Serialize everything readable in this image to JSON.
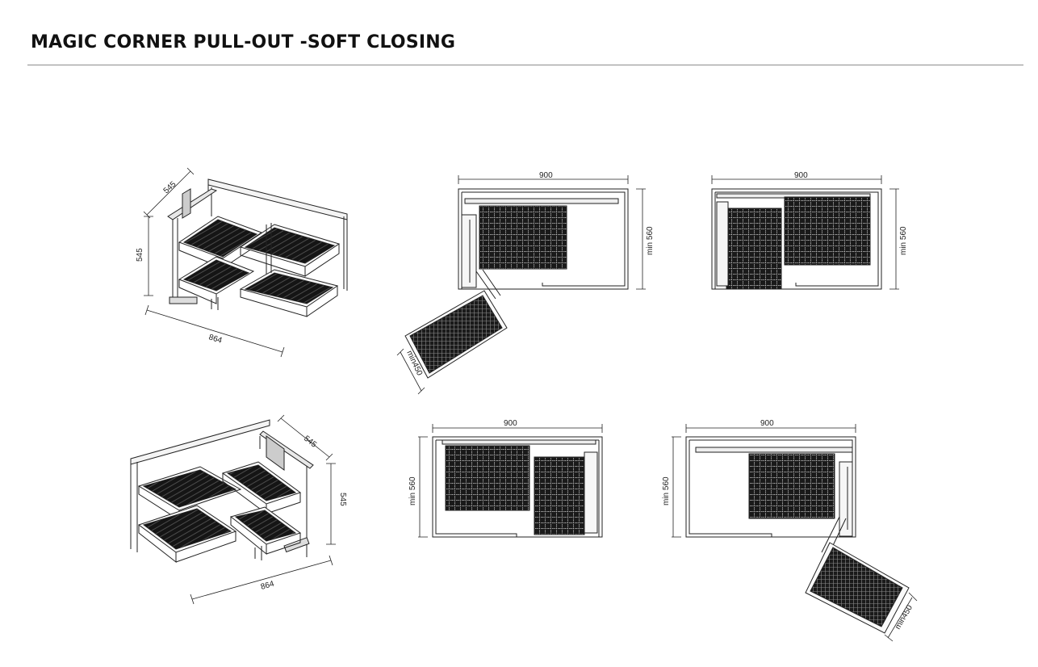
{
  "header": {
    "title": "MAGIC CORNER PULL-OUT -SOFT CLOSING"
  },
  "iso_top": {
    "depth": "545",
    "height": "545",
    "width": "864"
  },
  "iso_bottom": {
    "depth": "545",
    "height": "545",
    "width": "864"
  },
  "plan_tl": {
    "width": "900",
    "depth": "min 560",
    "swing": "min450"
  },
  "plan_tr": {
    "width": "900",
    "depth": "min 560"
  },
  "plan_bl": {
    "width": "900",
    "depth": "min 560"
  },
  "plan_br": {
    "width": "900",
    "depth": "min 560",
    "swing": "min450"
  }
}
